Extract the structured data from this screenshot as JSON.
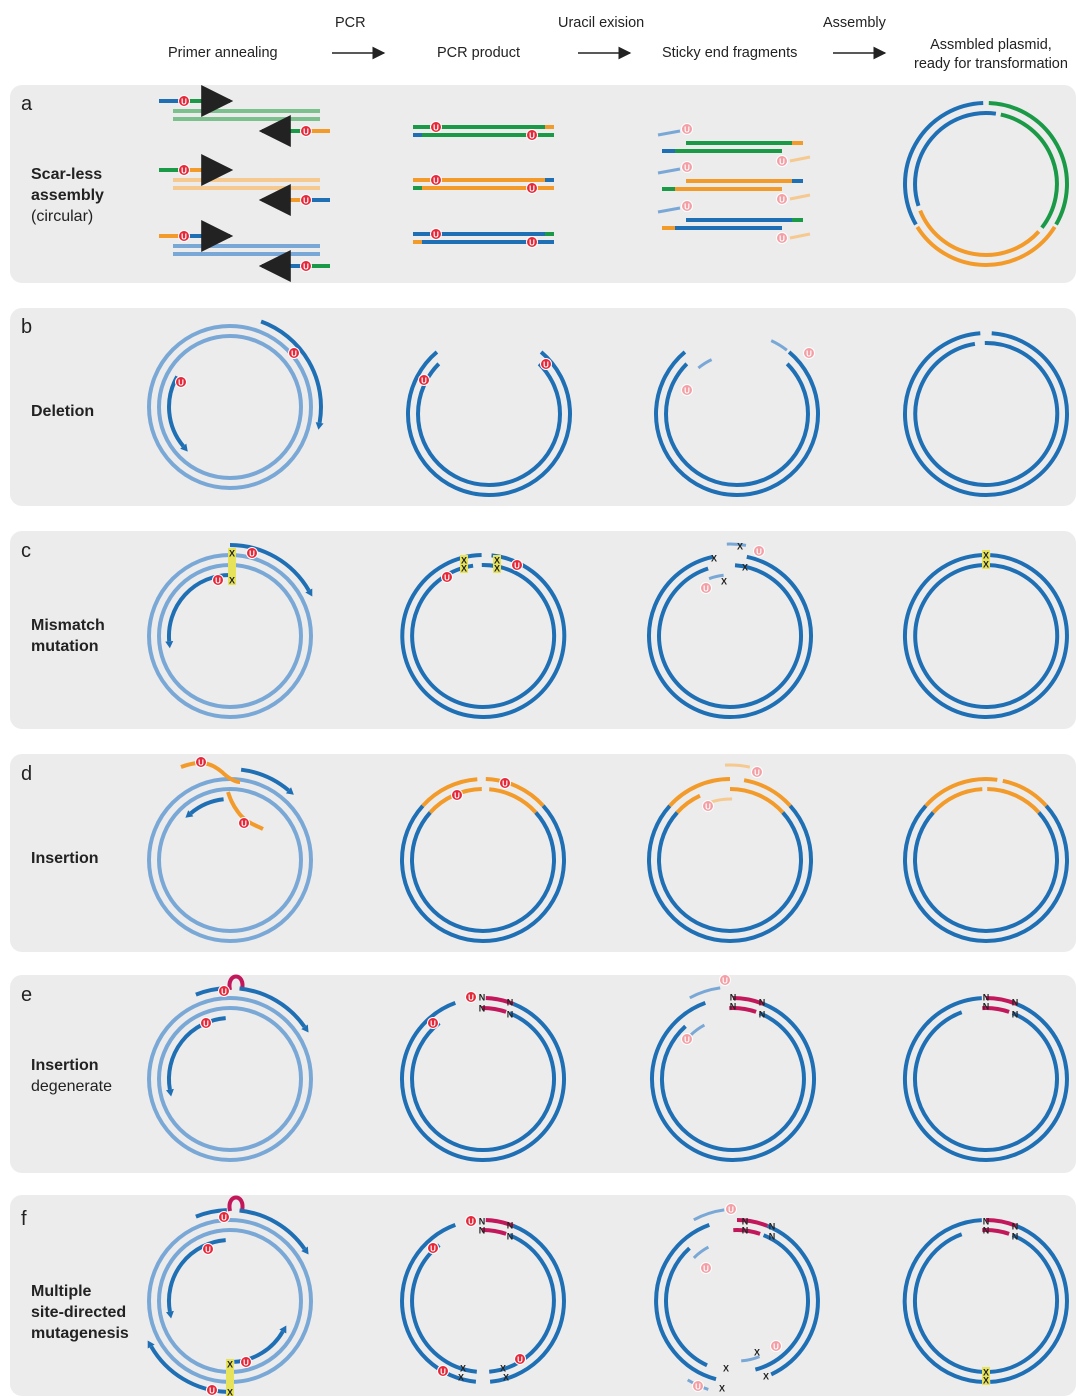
{
  "header": {
    "steps": [
      "Primer annealing",
      "PCR product",
      "Sticky end fragments"
    ],
    "final_step_line1": "Assmbled plasmid,",
    "final_step_line2": "ready for transformation",
    "transitions": [
      "PCR",
      "Uracil exision",
      "Assembly"
    ]
  },
  "panels": [
    {
      "letter": "a",
      "title_bold": "Scar-less assembly",
      "title_bold_lines": [
        "Scar-less",
        "assembly"
      ],
      "title_normal": "(circular)"
    },
    {
      "letter": "b",
      "title_bold_lines": [
        "Deletion"
      ],
      "title_normal": ""
    },
    {
      "letter": "c",
      "title_bold_lines": [
        "Mismatch",
        "mutation"
      ],
      "title_normal": ""
    },
    {
      "letter": "d",
      "title_bold_lines": [
        "Insertion"
      ],
      "title_normal": ""
    },
    {
      "letter": "e",
      "title_bold_lines": [
        "Insertion"
      ],
      "title_normal": "degenerate"
    },
    {
      "letter": "f",
      "title_bold_lines": [
        "Multiple",
        "site-directed",
        "mutagenesis"
      ],
      "title_normal": ""
    }
  ],
  "markers": {
    "uracil": "U",
    "mismatch": "X",
    "degenerate": "N"
  },
  "colors": {
    "dark_blue": "#1f6fb5",
    "light_blue": "#7aa8d6",
    "green": "#1a9a47",
    "light_green": "#7cc08e",
    "orange": "#f39b2a",
    "light_orange": "#f5c98f",
    "magenta": "#c2185b",
    "uracil_red": "#e5283a",
    "panel_bg": "#ececec"
  }
}
